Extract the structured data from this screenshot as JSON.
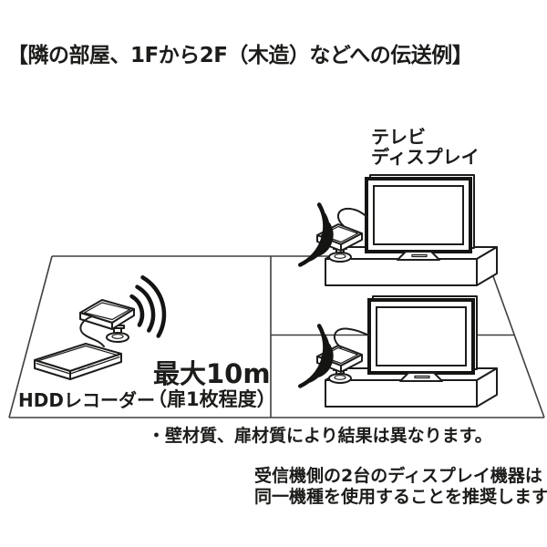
{
  "title": "【隣の部屋、1Fから2F（木造）などへの伝送例】",
  "diagram": {
    "tv_label": {
      "line1": "テレビ",
      "line2": "ディスプレイ"
    },
    "hdd_recorder_label": "HDDレコーダー",
    "distance": {
      "max": "最大10m",
      "condition": "（扉1枚程度）"
    }
  },
  "notes": {
    "material_note": "・壁材質、扉材質により結果は異なります。",
    "recommendation": {
      "line1": "受信機側の2台のディスプレイ機器は",
      "line2": "同一機種を使用することを推奨します。"
    }
  },
  "colors": {
    "ink": "#1c1c1a",
    "outline": "#3f3f3d",
    "background": "#ffffff"
  }
}
